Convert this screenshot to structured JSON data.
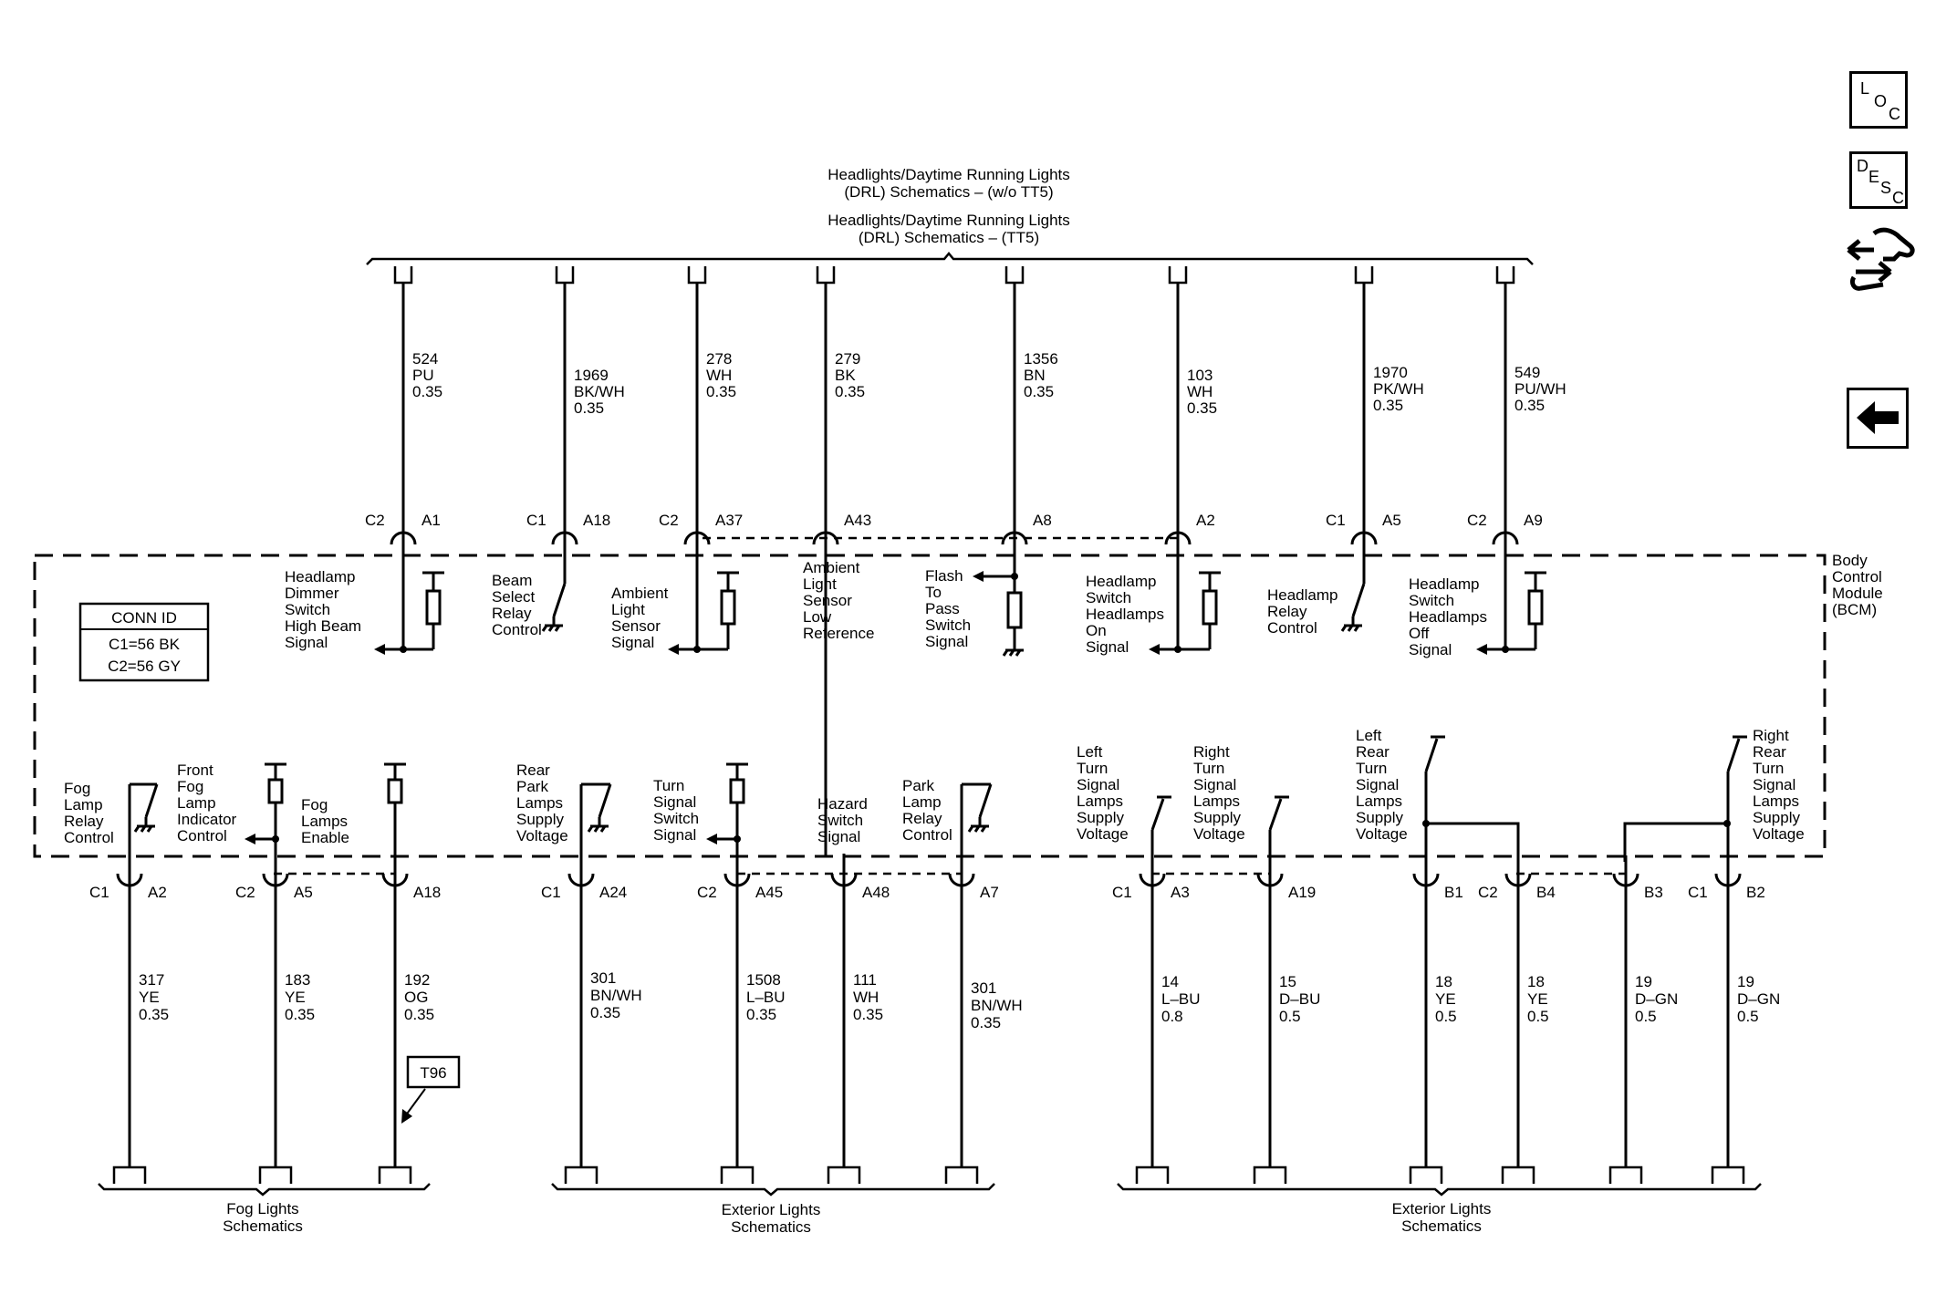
{
  "diagram": {
    "top_destination": [
      "Headlights/Daytime Running Lights",
      "(DRL) Schematics – (w/o TT5)",
      "Headlights/Daytime Running Lights",
      "(DRL) Schematics – (TT5)"
    ],
    "module_label": [
      "Body",
      "Control",
      "Module",
      "(BCM)"
    ],
    "conn_id": {
      "title": "CONN ID",
      "rows": [
        "C1=56 BK",
        "C2=56 GY"
      ]
    },
    "top_pins": [
      {
        "conn": "C2",
        "pin": "A1",
        "circuit": [
          "524",
          "PU",
          "0.35"
        ],
        "func": [
          "Headlamp",
          "Dimmer",
          "Switch",
          "High Beam",
          "Signal"
        ]
      },
      {
        "conn": "C1",
        "pin": "A18",
        "circuit": [
          "1969",
          "BK/WH",
          "0.35"
        ],
        "func": [
          "Beam",
          "Select",
          "Relay",
          "Control"
        ]
      },
      {
        "conn": "C2",
        "pin": "A37",
        "circuit": [
          "278",
          "WH",
          "0.35"
        ],
        "func": [
          "Ambient",
          "Light",
          "Sensor",
          "Signal"
        ]
      },
      {
        "conn": "",
        "pin": "A43",
        "circuit": [
          "279",
          "BK",
          "0.35"
        ],
        "func": [
          "Ambient",
          "Light",
          "Sensor",
          "Low",
          "Reference"
        ]
      },
      {
        "conn": "",
        "pin": "A8",
        "circuit": [
          "1356",
          "BN",
          "0.35"
        ],
        "func": [
          "Flash",
          "To",
          "Pass",
          "Switch",
          "Signal"
        ]
      },
      {
        "conn": "",
        "pin": "A2",
        "circuit": [
          "103",
          "WH",
          "0.35"
        ],
        "func": [
          "Headlamp",
          "Switch",
          "Headlamps",
          "On",
          "Signal"
        ]
      },
      {
        "conn": "C1",
        "pin": "A5",
        "circuit": [
          "1970",
          "PK/WH",
          "0.35"
        ],
        "func": [
          "Headlamp",
          "Relay",
          "Control"
        ]
      },
      {
        "conn": "C2",
        "pin": "A9",
        "circuit": [
          "549",
          "PU/WH",
          "0.35"
        ],
        "func": [
          "Headlamp",
          "Switch",
          "Headlamps",
          "Off",
          "Signal"
        ]
      }
    ],
    "bottom_pins": [
      {
        "conn": "C1",
        "pin": "A2",
        "circuit": [
          "317",
          "YE",
          "0.35"
        ],
        "func": [
          "Fog",
          "Lamp",
          "Relay",
          "Control"
        ]
      },
      {
        "conn": "C2",
        "pin": "A5",
        "circuit": [
          "183",
          "YE",
          "0.35"
        ],
        "func": [
          "Front",
          "Fog",
          "Lamp",
          "Indicator",
          "Control"
        ]
      },
      {
        "conn": "",
        "pin": "A18",
        "circuit": [
          "192",
          "OG",
          "0.35"
        ],
        "func": [
          "Fog",
          "Lamps",
          "Enable"
        ]
      },
      {
        "conn": "C1",
        "pin": "A24",
        "circuit": [
          "301",
          "BN/WH",
          "0.35"
        ],
        "func": [
          "Rear",
          "Park",
          "Lamps",
          "Supply",
          "Voltage"
        ]
      },
      {
        "conn": "C2",
        "pin": "A45",
        "circuit": [
          "1508",
          "L–BU",
          "0.35"
        ],
        "func": [
          "Turn",
          "Signal",
          "Switch",
          "Signal"
        ]
      },
      {
        "conn": "",
        "pin": "A48",
        "circuit": [
          "111",
          "WH",
          "0.35"
        ],
        "func": [
          "Hazard",
          "Switch",
          "Signal"
        ]
      },
      {
        "conn": "",
        "pin": "A7",
        "circuit": [
          "301",
          "BN/WH",
          "0.35"
        ],
        "func": [
          "Park",
          "Lamp",
          "Relay",
          "Control"
        ]
      },
      {
        "conn": "C1",
        "pin": "A3",
        "circuit": [
          "14",
          "L–BU",
          "0.8"
        ],
        "func": [
          "Left",
          "Turn",
          "Signal",
          "Lamps",
          "Supply",
          "Voltage"
        ]
      },
      {
        "conn": "",
        "pin": "A19",
        "circuit": [
          "15",
          "D–BU",
          "0.5"
        ],
        "func": [
          "Right",
          "Turn",
          "Signal",
          "Lamps",
          "Supply",
          "Voltage"
        ]
      },
      {
        "conn": "",
        "pin": "B1",
        "circuit": [
          "18",
          "YE",
          "0.5"
        ],
        "func": [
          "Left",
          "Rear",
          "Turn",
          "Signal",
          "Lamps",
          "Supply",
          "Voltage"
        ]
      },
      {
        "conn": "C2",
        "pin": "B4",
        "circuit": [
          "18",
          "YE",
          "0.5"
        ],
        "func": []
      },
      {
        "conn": "",
        "pin": "B3",
        "circuit": [
          "19",
          "D–GN",
          "0.5"
        ],
        "func": []
      },
      {
        "conn": "C1",
        "pin": "B2",
        "circuit": [
          "19",
          "D–GN",
          "0.5"
        ],
        "func": [
          "Right",
          "Rear",
          "Turn",
          "Signal",
          "Lamps",
          "Supply",
          "Voltage"
        ]
      }
    ],
    "t96_label": "T96",
    "bottom_destinations": [
      [
        "Fog Lights",
        "Schematics"
      ],
      [
        "Exterior Lights",
        "Schematics"
      ],
      [
        "Exterior Lights",
        "Schematics"
      ]
    ]
  },
  "nav": {
    "loc": {
      "l1": "L",
      "l2": "O",
      "l3": "C"
    },
    "desc": {
      "l1": "D",
      "l2": "E",
      "l3": "S",
      "l4": "C"
    }
  }
}
